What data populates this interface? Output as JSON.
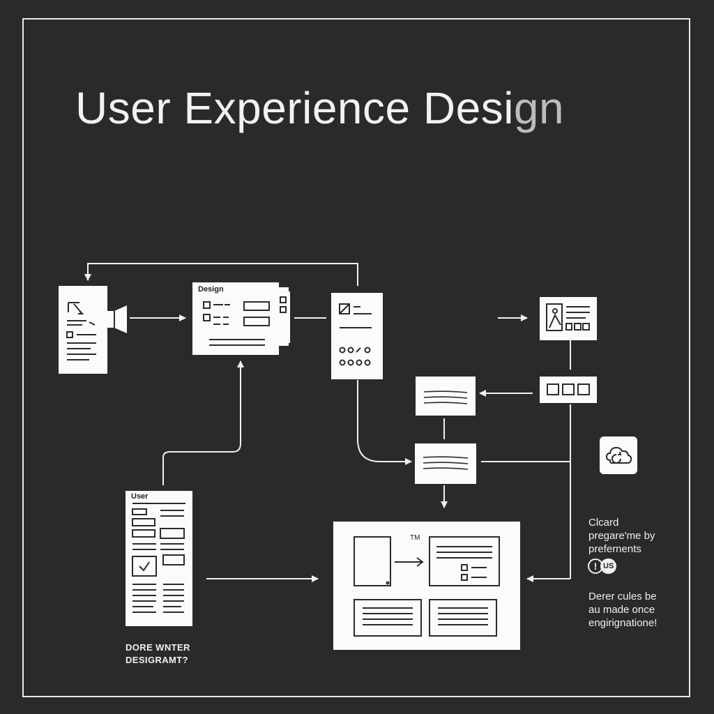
{
  "diagram": {
    "title_main": "User Experience Desi",
    "title_tail": "gn",
    "nodes": {
      "design_screen_label": "Design",
      "user_screen_label": "User",
      "tm_label": "TM"
    },
    "annotations": {
      "note1_lines": [
        "Clcard",
        "pregare'me by",
        "prefernents"
      ],
      "badge_chip": "US",
      "badge_bang": "!",
      "note2_lines": [
        "Derer cules be",
        "au made once",
        "engirignatione!"
      ],
      "caption_lines": [
        "DORE WNTER",
        "DESIGRAMT?"
      ]
    },
    "icons": [
      "cloud-sync-icon",
      "checkbox-icon",
      "image-icon",
      "arrow-icon"
    ]
  }
}
